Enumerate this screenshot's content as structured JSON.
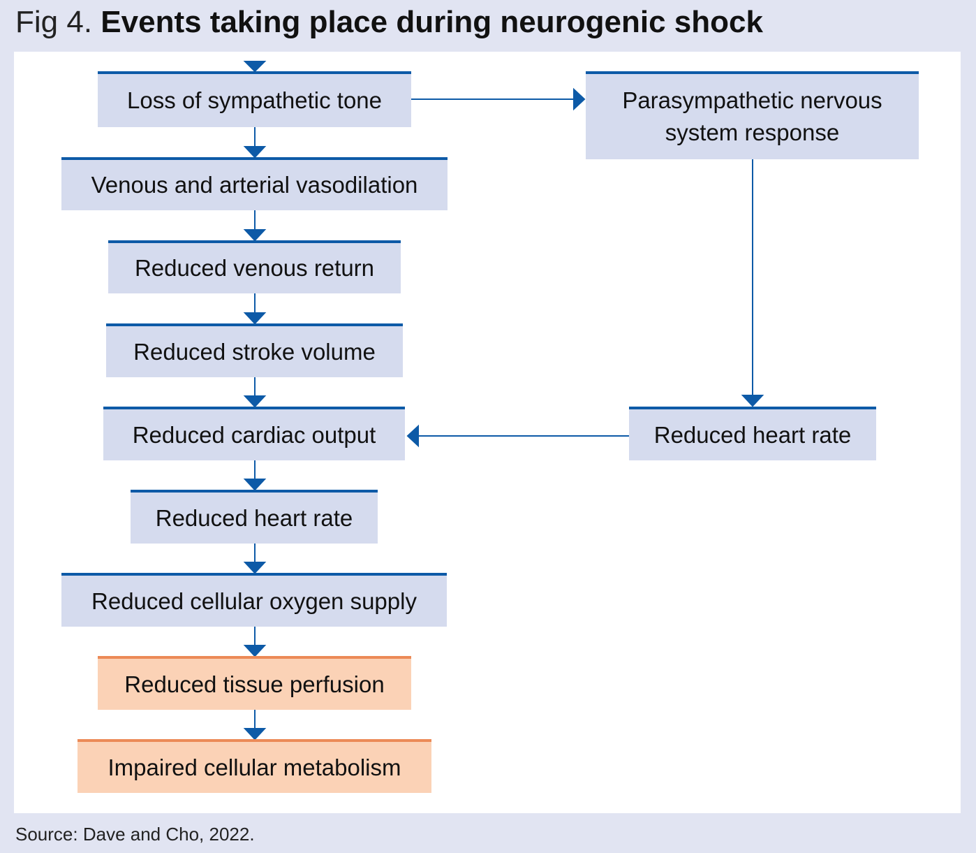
{
  "figure": {
    "label": "Fig 4.",
    "title": "Events taking place during neurogenic shock",
    "source": "Source: Dave and Cho, 2022."
  },
  "colors": {
    "background": "#e1e4f2",
    "node_fill": "#d5dbee",
    "node_accent": "#0d5aa7",
    "outcome_fill": "#fbd2b6",
    "outcome_accent": "#ec8a57",
    "arrow": "#0d5aa7"
  },
  "nodes": {
    "loss_sympathetic_tone": "Loss of sympathetic tone",
    "vasodilation": "Venous and arterial vasodilation",
    "reduced_venous_return": "Reduced venous return",
    "reduced_stroke_volume": "Reduced stroke volume",
    "reduced_cardiac_output": "Reduced cardiac output",
    "reduced_heart_rate_left": "Reduced heart rate",
    "reduced_oxygen_supply": "Reduced cellular oxygen supply",
    "reduced_tissue_perfusion": "Reduced tissue perfusion",
    "impaired_metabolism": "Impaired cellular metabolism",
    "parasympathetic_line1": "Parasympathetic nervous",
    "parasympathetic_line2": "system response",
    "reduced_heart_rate_right": "Reduced heart rate"
  },
  "edges": [
    {
      "from": "loss_sympathetic_tone",
      "to": "vasodilation"
    },
    {
      "from": "vasodilation",
      "to": "reduced_venous_return"
    },
    {
      "from": "reduced_venous_return",
      "to": "reduced_stroke_volume"
    },
    {
      "from": "reduced_stroke_volume",
      "to": "reduced_cardiac_output"
    },
    {
      "from": "reduced_cardiac_output",
      "to": "reduced_heart_rate_left"
    },
    {
      "from": "reduced_heart_rate_left",
      "to": "reduced_oxygen_supply"
    },
    {
      "from": "reduced_oxygen_supply",
      "to": "reduced_tissue_perfusion"
    },
    {
      "from": "reduced_tissue_perfusion",
      "to": "impaired_metabolism"
    },
    {
      "from": "loss_sympathetic_tone",
      "to": "parasympathetic_response"
    },
    {
      "from": "parasympathetic_response",
      "to": "reduced_heart_rate_right"
    },
    {
      "from": "reduced_heart_rate_right",
      "to": "reduced_cardiac_output"
    }
  ]
}
